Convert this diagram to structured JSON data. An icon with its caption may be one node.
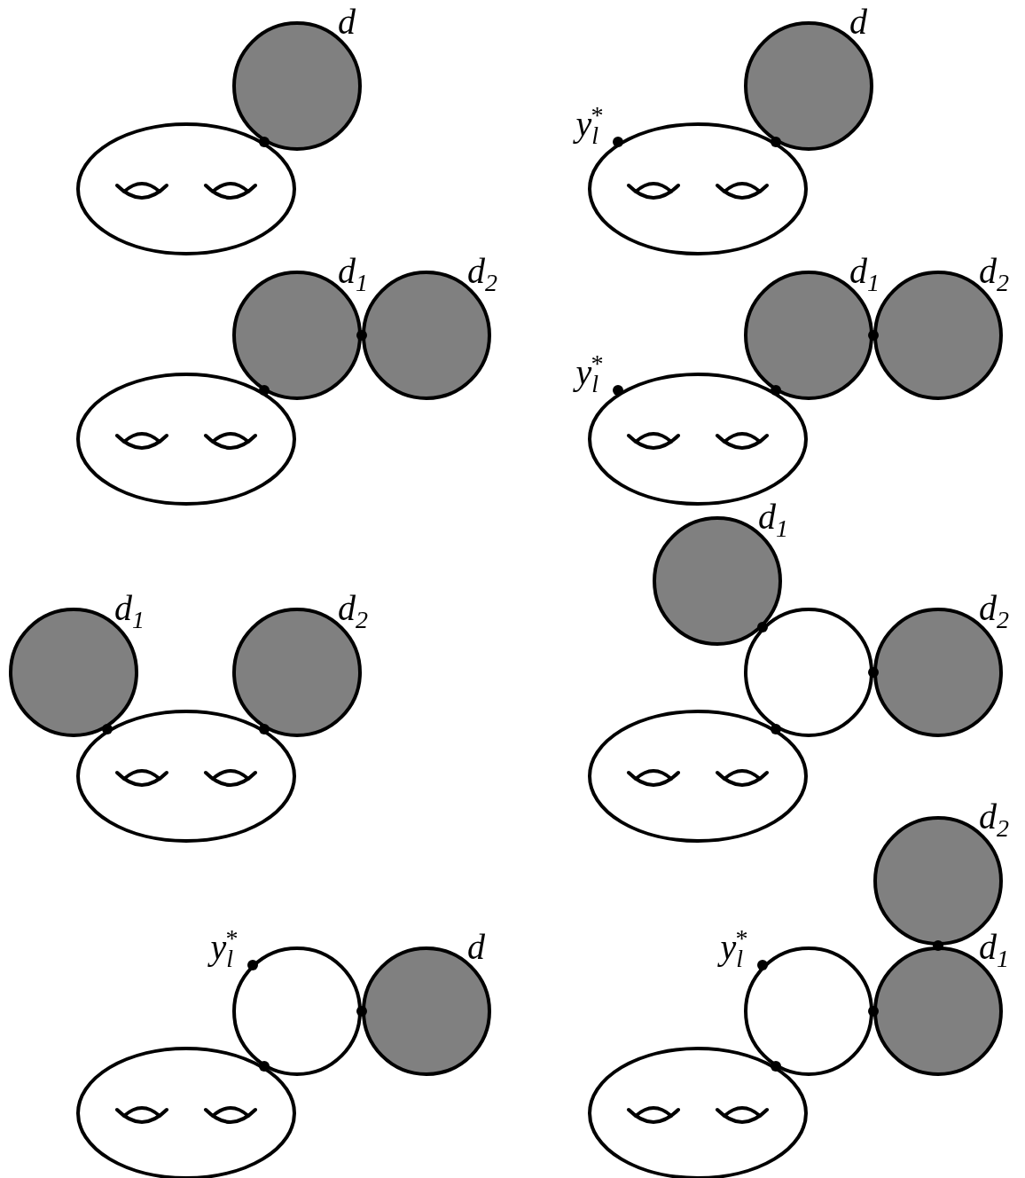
{
  "diagram": {
    "nodes": [
      {
        "text": [],
        "shape": "ellipse"
      },
      {
        "text": [
          "d"
        ]
      },
      {
        "text": [],
        "shape": "ellipse",
        "beside": [
          "y$_{l}$$^{*}$"
        ]
      },
      {
        "text": [
          "d"
        ]
      },
      {
        "text": [],
        "shape": "ellipse"
      },
      {
        "text": [
          "d$_{1}$"
        ]
      },
      {
        "text": [
          "d$_{2}$"
        ]
      },
      {
        "text": [],
        "shape": "ellipse",
        "beside": [
          "y$_{l}$$^{*}$"
        ]
      },
      {
        "text": [
          "d$_{1}$"
        ]
      },
      {
        "text": [
          "d$_{2}$"
        ]
      },
      {
        "text": [],
        "shape": "ellipse"
      },
      {
        "text": [
          "d$_{1}$"
        ]
      },
      {
        "text": [
          "d$_{2}$"
        ]
      },
      {
        "text": [],
        "shape": "ellipse"
      },
      {
        "text": [],
        "shape": "circle"
      },
      {
        "text": [
          "d$_{1}$"
        ]
      },
      {
        "text": [
          "d$_{2}$"
        ]
      },
      {
        "text": [],
        "shape": "ellipse"
      },
      {
        "text": [],
        "shape": "circle",
        "beside": [
          "y$_{l}$$^{*}$"
        ]
      },
      {
        "text": [
          "d"
        ]
      },
      {
        "text": [],
        "shape": "ellipse"
      },
      {
        "text": [],
        "shape": "circle",
        "beside": [
          "y$_{l}$$^{*}$"
        ]
      },
      {
        "text": [
          "d$_{2}$"
        ]
      },
      {
        "text": [
          "d$_{1}$"
        ]
      }
    ],
    "edges": []
  }
}
